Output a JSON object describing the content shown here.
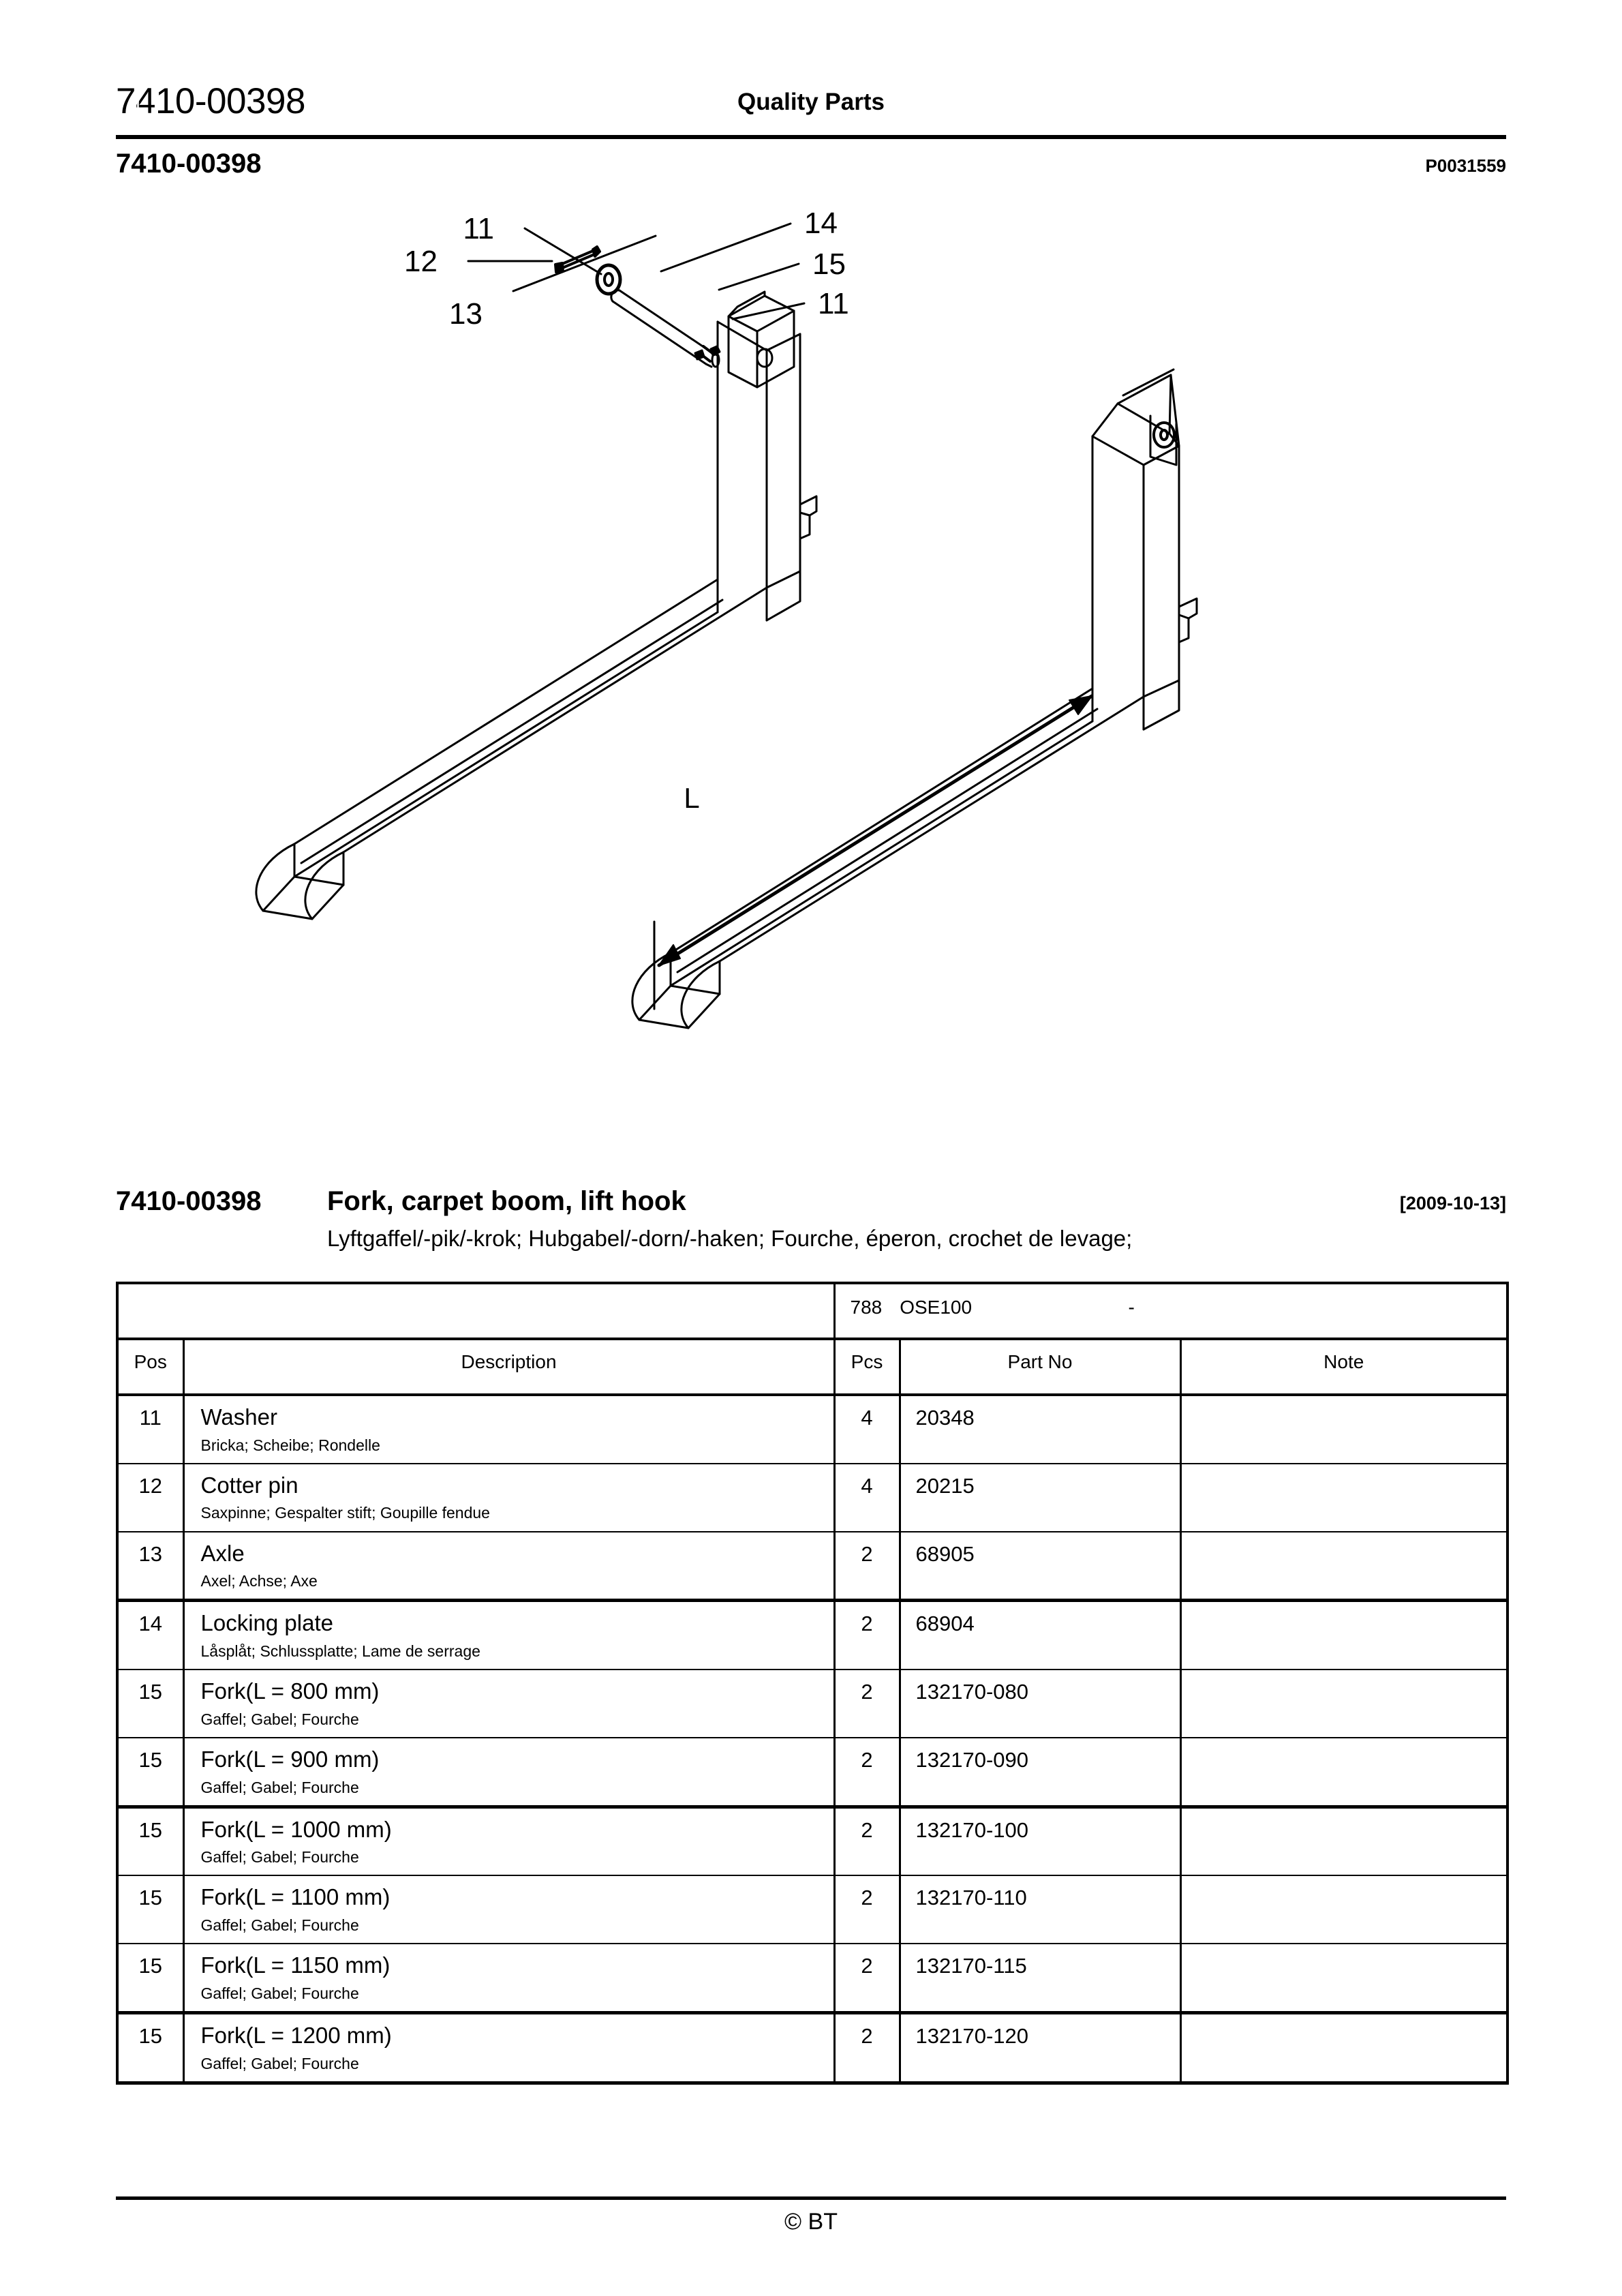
{
  "header": {
    "doc_code": "7410-00398",
    "center_title": "Quality Parts"
  },
  "subheader": {
    "doc_code": "7410-00398",
    "drawing_ref": "P0031559"
  },
  "diagram": {
    "dimension_label": "L",
    "callouts": [
      {
        "id": "callout-11-top",
        "label": "11"
      },
      {
        "id": "callout-12",
        "label": "12"
      },
      {
        "id": "callout-13",
        "label": "13"
      },
      {
        "id": "callout-14",
        "label": "14"
      },
      {
        "id": "callout-15",
        "label": "15"
      },
      {
        "id": "callout-11-right",
        "label": "11"
      }
    ]
  },
  "title_block": {
    "code": "7410-00398",
    "name": "Fork, carpet boom, lift hook",
    "date": "[2009-10-13]",
    "translations": "Lyftgaffel/-pik/-krok; Hubgabel/-dorn/-haken; Fourche, éperon, crochet de levage;"
  },
  "table": {
    "model_banner": {
      "number": "788",
      "model": "OSE100",
      "variant": "-"
    },
    "columns": {
      "pos": "Pos",
      "description": "Description",
      "pcs": "Pcs",
      "part_no": "Part No",
      "note": "Note"
    },
    "rows": [
      {
        "pos": "11",
        "description": "Washer",
        "translation": "Bricka; Scheibe; Rondelle",
        "pcs": "4",
        "part_no": "20348",
        "note": "",
        "group_end": false
      },
      {
        "pos": "12",
        "description": "Cotter pin",
        "translation": "Saxpinne; Gespalter stift; Goupille fendue",
        "pcs": "4",
        "part_no": "20215",
        "note": "",
        "group_end": false
      },
      {
        "pos": "13",
        "description": "Axle",
        "translation": "Axel; Achse; Axe",
        "pcs": "2",
        "part_no": "68905",
        "note": "",
        "group_end": true
      },
      {
        "pos": "14",
        "description": "Locking plate",
        "translation": "Låsplåt; Schlussplatte; Lame de serrage",
        "pcs": "2",
        "part_no": "68904",
        "note": "",
        "group_end": false
      },
      {
        "pos": "15",
        "description": "Fork(L = 800 mm)",
        "translation": "Gaffel; Gabel; Fourche",
        "pcs": "2",
        "part_no": "132170-080",
        "note": "",
        "group_end": false
      },
      {
        "pos": "15",
        "description": "Fork(L = 900 mm)",
        "translation": "Gaffel; Gabel; Fourche",
        "pcs": "2",
        "part_no": "132170-090",
        "note": "",
        "group_end": true
      },
      {
        "pos": "15",
        "description": "Fork(L = 1000 mm)",
        "translation": "Gaffel; Gabel; Fourche",
        "pcs": "2",
        "part_no": "132170-100",
        "note": "",
        "group_end": false
      },
      {
        "pos": "15",
        "description": "Fork(L = 1100 mm)",
        "translation": "Gaffel; Gabel; Fourche",
        "pcs": "2",
        "part_no": "132170-110",
        "note": "",
        "group_end": false
      },
      {
        "pos": "15",
        "description": "Fork(L = 1150 mm)",
        "translation": "Gaffel; Gabel; Fourche",
        "pcs": "2",
        "part_no": "132170-115",
        "note": "",
        "group_end": true
      },
      {
        "pos": "15",
        "description": "Fork(L = 1200 mm)",
        "translation": "Gaffel; Gabel; Fourche",
        "pcs": "2",
        "part_no": "132170-120",
        "note": "",
        "group_end": false
      }
    ]
  },
  "footer": {
    "copyright": "© BT"
  },
  "colors": {
    "ink": "#000000",
    "paper": "#ffffff"
  }
}
